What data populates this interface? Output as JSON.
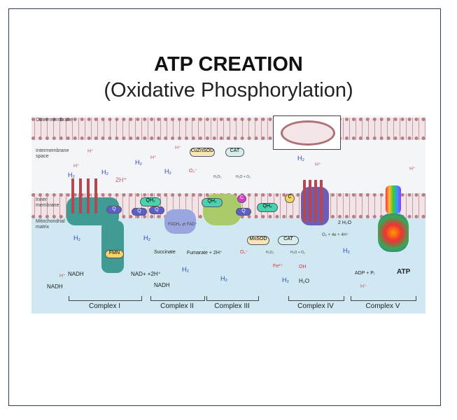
{
  "title": "ATP CREATION",
  "subtitle": "(Oxidative Phosphorylation)",
  "regions": {
    "outer": "Outer membrane",
    "intermembrane": "Intermembrane space",
    "inner": "Inner membrane",
    "matrix": "Mitochondrial matrix"
  },
  "molecules": {
    "qh2": "QH₂",
    "q": "Q",
    "c": "C",
    "fmn": "FMN",
    "cuznsod": "CuZnSOD",
    "cat": "CAT",
    "mnsod": "MnSOD",
    "fadh": "FADH₂ ⇄ FAD⁺",
    "h": "H⁺",
    "h2": "H₂",
    "two_h": "2H⁺",
    "q_mark": "?"
  },
  "reactions": {
    "succinate": "Succinate",
    "fumarate": "Fumarate + 2H⁺",
    "nadh": "NADH",
    "nad": "NAD+ +2H⁺",
    "h2o2_top": "H₂O₂",
    "h2o_o2_top": "H₂O + O₂",
    "o2_top": "O₂⁻",
    "h2o2": "H₂O₂",
    "h2o_o2": "H₂O + O₂",
    "o2": "O₂⁻",
    "fe": "Fe²⁺",
    "oh": "OH",
    "h2o": "H₂O",
    "two_h2o": "2 H₂O",
    "o2_4e": "O₂ + 4e + 4H⁺",
    "adp": "ADP + Pᵢ",
    "atp": "ATP",
    "e1": "1e",
    "e2": "2e"
  },
  "complexes": [
    "Complex I",
    "Complex II",
    "Complex III",
    "Complex IV",
    "Complex V"
  ]
}
